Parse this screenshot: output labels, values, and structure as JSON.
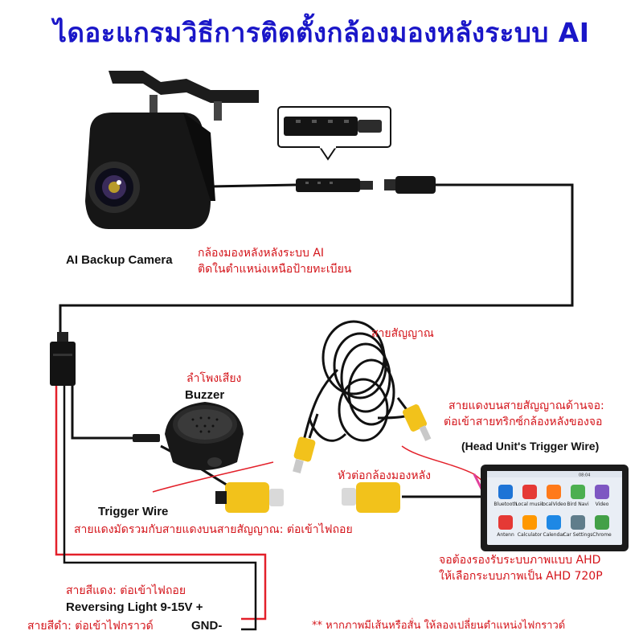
{
  "title": "ไดอะแกรมวิธีการติดตั้งกล้องมองหลังระบบ AI",
  "camera": {
    "label_en": "AI Backup Camera",
    "label_th_1": "กล้องมองหลังหลังระบบ AI",
    "label_th_2": "ติดในตำแหน่งเหนือป้ายทะเบียน"
  },
  "signal_cable": {
    "label": "สายสัญญาณ"
  },
  "buzzer": {
    "label_th": "ลำโพงเสียง",
    "label_en": "Buzzer"
  },
  "head_unit_trigger": {
    "label_th_1": "สายแดงบนสายสัญญาณด้านจอ:",
    "label_th_2": "ต่อเข้าสายทริกซ์กล้องหลังของจอ",
    "label_en": "(Head Unit's Trigger Wire)"
  },
  "camera_connector": {
    "label": "หัวต่อกล้องมองหลัง"
  },
  "trigger_wire": {
    "label_en": "Trigger Wire",
    "label_th": "สายแดงมัดรวมกับสายแดงบนสายสัญญาณ: ต่อเข้าไฟถอย"
  },
  "head_unit": {
    "label_th_1": "จอต้องรองรับระบบภาพแบบ AHD",
    "label_th_2": "ให้เลือกระบบภาพเป็น AHD 720P",
    "apps": [
      {
        "name": "Bluetooth",
        "color": "#1e74d6"
      },
      {
        "name": "Local music",
        "color": "#e53935"
      },
      {
        "name": "localVideo",
        "color": "#ff7a1a"
      },
      {
        "name": "Bird Navi",
        "color": "#4caf50"
      },
      {
        "name": "Video",
        "color": "#7e57c2"
      },
      {
        "name": "Antenn",
        "color": "#e53935"
      },
      {
        "name": "Calculator",
        "color": "#ff9800"
      },
      {
        "name": "Calendar",
        "color": "#1e88e5"
      },
      {
        "name": "Car Settings",
        "color": "#607d8b"
      },
      {
        "name": "Chrome",
        "color": "#43a047"
      }
    ],
    "status_time": "08:04"
  },
  "reversing": {
    "red_th": "สายสีแดง: ต่อเข้าไฟถอย",
    "red_en": "Reversing Light 9-15V +",
    "black_th": "สายสีดำ: ต่อเข้าไฟกราวด์",
    "black_en": "GND-"
  },
  "note": "** หากภาพมีเส้นหรือสั่น ให้ลองเปลี่ยนตำแหน่งไฟกราวด์",
  "colors": {
    "title": "#1a16c8",
    "annotation": "#d4141a",
    "rca_yellow": "#f2c21b",
    "wire_red": "#e3202a",
    "trigger_magenta": "#e0409a"
  }
}
